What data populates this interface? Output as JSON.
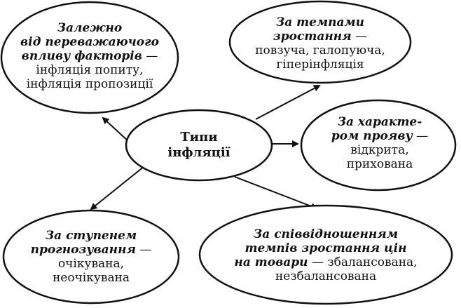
{
  "center": {
    "line1": "Типи",
    "line2": "інфляції"
  },
  "nodes": {
    "factors": {
      "line1": "Залежно",
      "line2": "від переважаючого",
      "line3_italic": "впливу факторів",
      "line3_rest": " —",
      "line4": "інфляція попиту,",
      "line5": "інфляція пропозиції"
    },
    "growth_rate": {
      "line1": "За темпами",
      "line2_italic": "зростання",
      "line2_rest": " —",
      "line3": "повзуча, галопуюча,",
      "line4": "гіперінфляція"
    },
    "manifestation": {
      "line1": "За характе-",
      "line2_italic": "ром прояву",
      "line2_rest": " —",
      "line3": "відкрита,",
      "line4": "прихована"
    },
    "forecasting": {
      "line1": "За ступенем",
      "line2_italic": "прогнозування",
      "line2_rest": " —",
      "line3": "очікувана,",
      "line4": "неочікувана"
    },
    "ratio": {
      "line1": "За співвідношенням",
      "line2": "темпів зростання цін",
      "line3_italic": "на товари",
      "line3_rest": " — збалансована,",
      "line4": "незбалансована"
    }
  }
}
